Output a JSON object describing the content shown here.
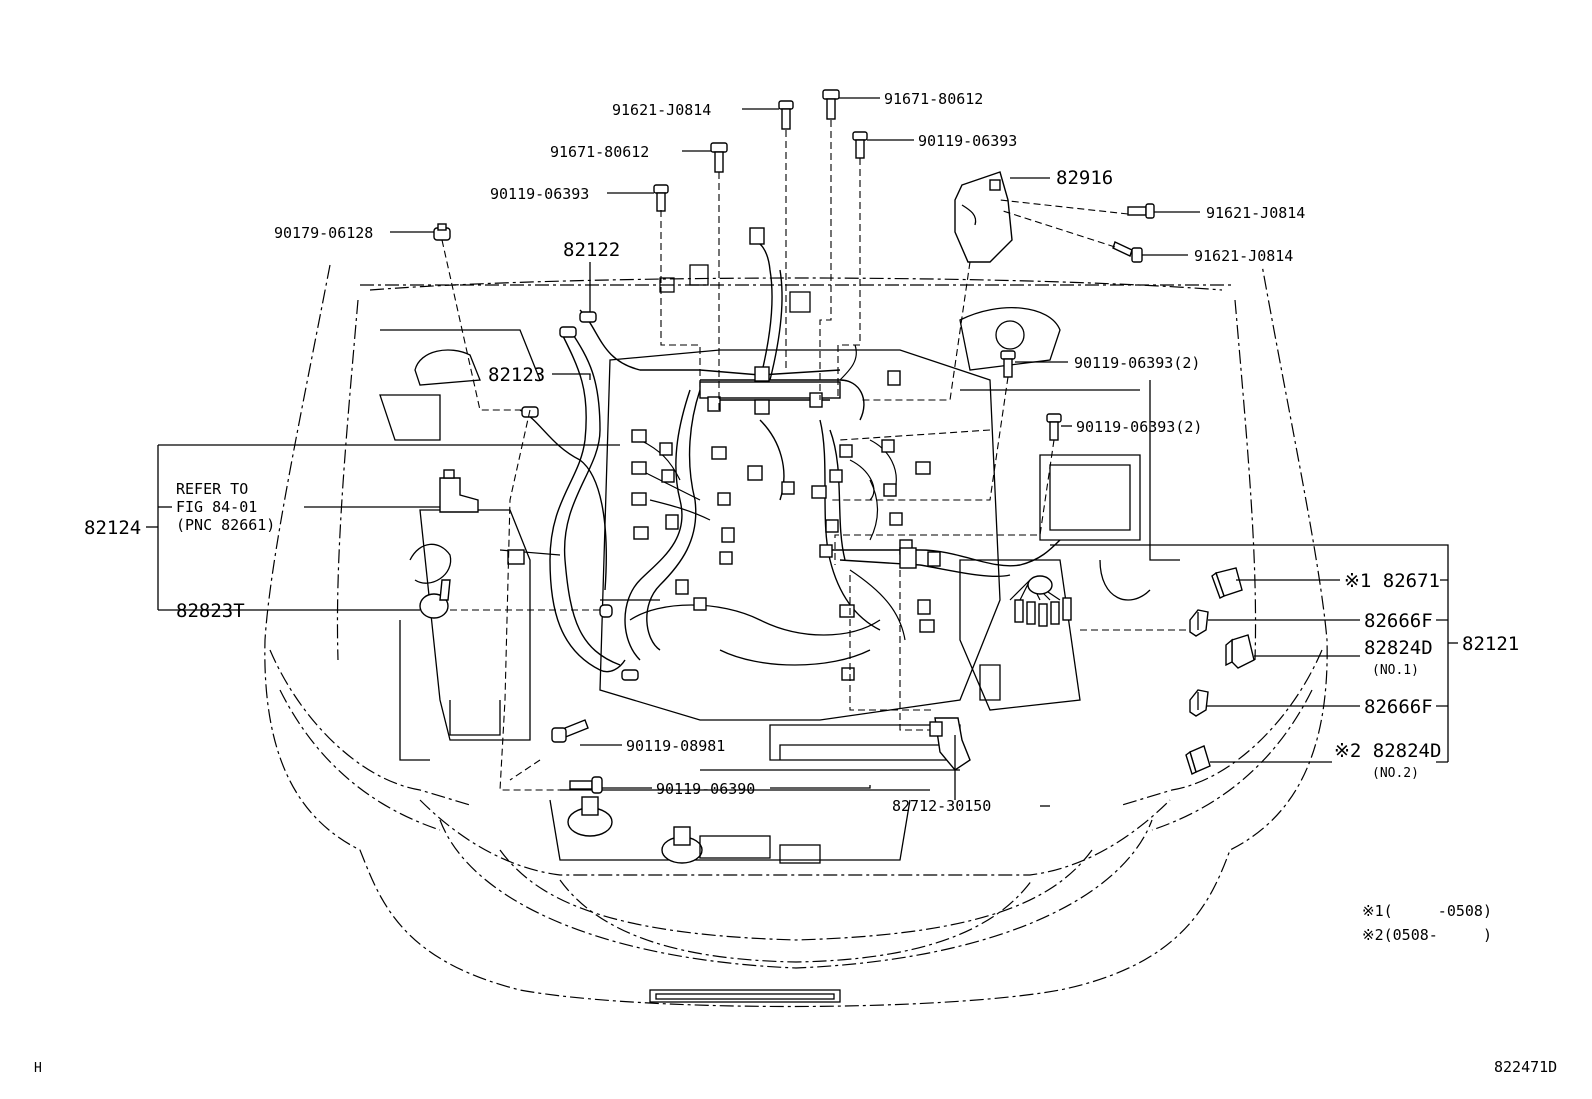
{
  "callouts": {
    "c_91621_J0814_top": "91621-J0814",
    "c_91671_80612_top": "91671-80612",
    "c_91671_80612_left": "91671-80612",
    "c_90119_06393_top": "90119-06393",
    "c_90119_06393_left": "90119-06393",
    "c_90179_06128": "90179-06128",
    "c_82122": "82122",
    "c_82123": "82123",
    "c_82916": "82916",
    "c_91621_J0814_r1": "91621-J0814",
    "c_91621_J0814_r2": "91621-J0814",
    "c_90119_06393_2a": "90119-06393(2)",
    "c_90119_06393_2b": "90119-06393(2)",
    "c_refer_1": "REFER TO",
    "c_refer_2": "FIG 84-01",
    "c_refer_3": "(PNC 82661)",
    "c_82124": "82124",
    "c_82823T": "82823T",
    "c_82671": "※1 82671",
    "c_82666F_a": "82666F",
    "c_82824D_1": "82824D",
    "c_no1": "(NO.1)",
    "c_82121": "82121",
    "c_82666F_b": "82666F",
    "c_82824D_2": "※2 82824D",
    "c_no2": "(NO.2)",
    "c_90119_08981": "90119-08981",
    "c_90119_06390": "90119-06390",
    "c_82712_30150": "82712-30150"
  },
  "notes": {
    "note1": "※1(     -0508)",
    "note2": "※2(0508-     )"
  },
  "footer": {
    "left": "H",
    "right": "822471D"
  }
}
